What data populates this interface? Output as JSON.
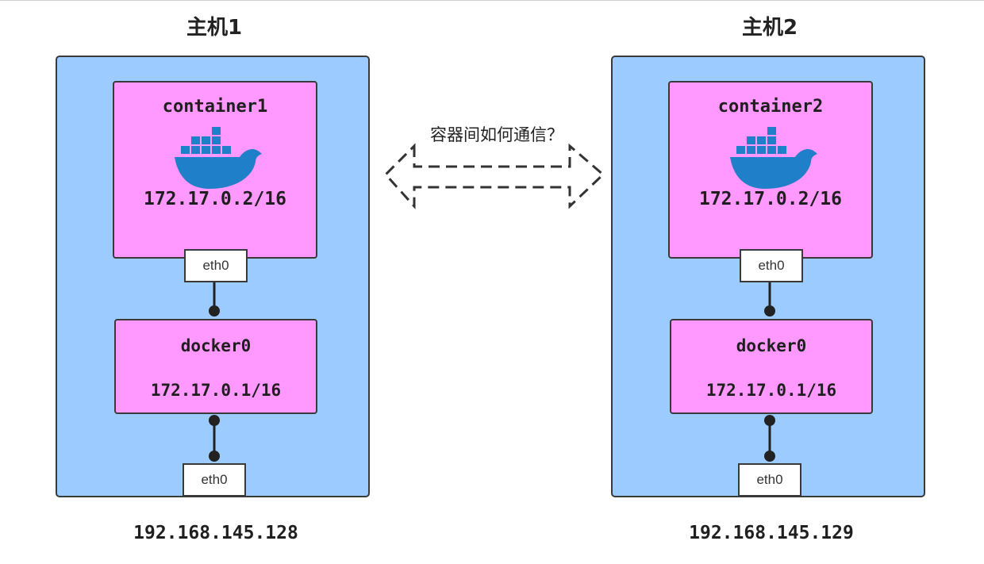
{
  "hosts": [
    {
      "title": "主机1",
      "container": {
        "name": "container1",
        "ip": "172.17.0.2/16",
        "iface": "eth0"
      },
      "bridge": {
        "name": "docker0",
        "ip": "172.17.0.1/16"
      },
      "host_iface": "eth0",
      "host_ip": "192.168.145.128"
    },
    {
      "title": "主机2",
      "container": {
        "name": "container2",
        "ip": "172.17.0.2/16",
        "iface": "eth0"
      },
      "bridge": {
        "name": "docker0",
        "ip": "172.17.0.1/16"
      },
      "host_iface": "eth0",
      "host_ip": "192.168.145.129"
    }
  ],
  "question": "容器间如何通信？",
  "colors": {
    "host_bg": "#9ccbff",
    "box_bg": "#ff99ff",
    "whale": "#1f7fc9",
    "border": "#3a3a3a"
  },
  "icons": {
    "container": "docker-whale-icon",
    "link": "connector-line"
  }
}
